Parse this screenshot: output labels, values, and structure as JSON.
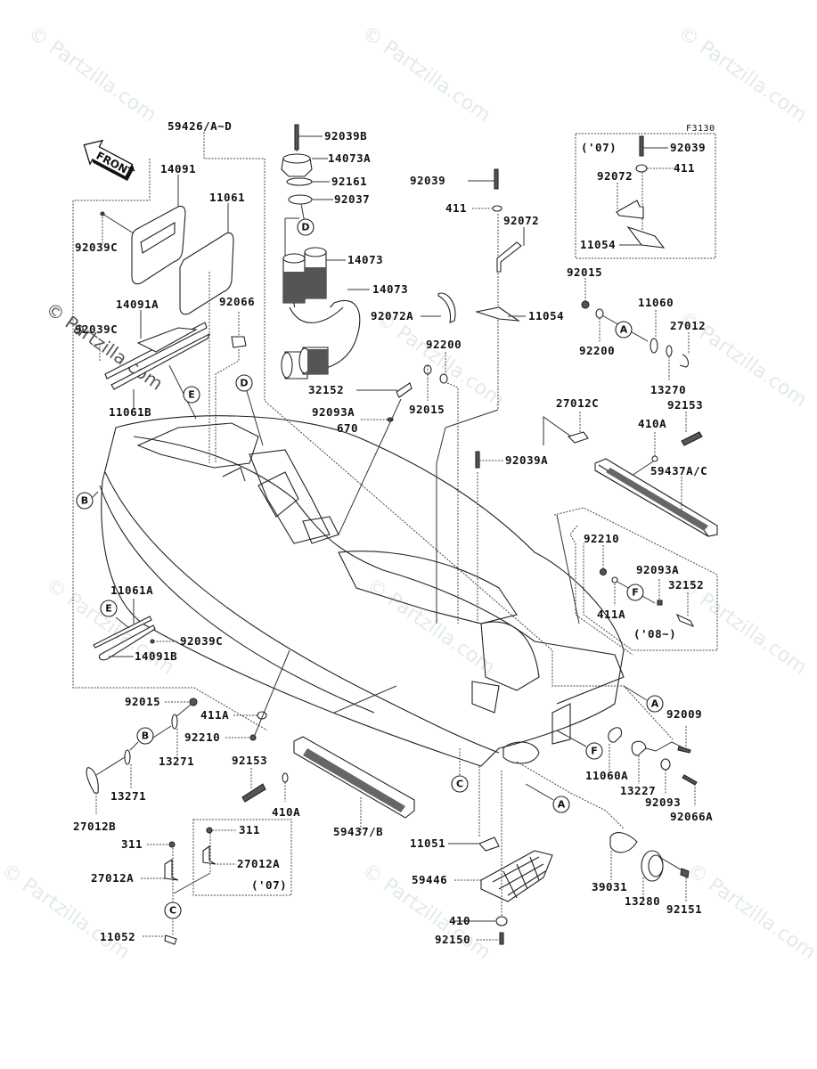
{
  "diagram": {
    "figure_code": "F3130",
    "watermark": "© Partzilla.com",
    "front_arrow": "FRONT",
    "callouts": {
      "A": "A",
      "B": "B",
      "C": "C",
      "D": "D",
      "E": "E",
      "F": "F"
    },
    "year_notes": {
      "box_07_top": "('07)",
      "box_07_bottom": "('07)",
      "box_08": "('08~)"
    },
    "parts": {
      "p59426": "59426/A~D",
      "p14091": "14091",
      "p11061": "11061",
      "p92039C_top": "92039C",
      "p14091A": "14091A",
      "p92039C_mid": "92039C",
      "p92066": "92066",
      "p11061B": "11061B",
      "p92039B": "92039B",
      "p14073A": "14073A",
      "p92161": "92161",
      "p92037": "92037",
      "p14073_a": "14073",
      "p14073_b": "14073",
      "p32152_top": "32152",
      "p92093A_top": "92093A",
      "p670": "670",
      "p92039": "92039",
      "p411": "411",
      "p92072": "92072",
      "p92072A": "92072A",
      "p11054": "11054",
      "p92200_a": "92200",
      "p92015_a": "92015",
      "p92039A": "92039A",
      "b07_92039": "92039",
      "b07_411": "411",
      "b07_92072": "92072",
      "b07_11054": "11054",
      "p92015_b": "92015",
      "p92200_b": "92200",
      "p11060": "11060",
      "p27012": "27012",
      "p13270": "13270",
      "p27012C": "27012C",
      "p92153_a": "92153",
      "p410A_a": "410A",
      "p59437AC": "59437A/C",
      "p92210_a": "92210",
      "p92093A_b": "92093A",
      "p32152_b": "32152",
      "p411A_a": "411A",
      "p11061A": "11061A",
      "p92039C_low": "92039C",
      "p14091B": "14091B",
      "p92015_c": "92015",
      "p411A_b": "411A",
      "p92210_b": "92210",
      "p13271_a": "13271",
      "p13271_b": "13271",
      "p27012B": "27012B",
      "p92153_b": "92153",
      "p410A_b": "410A",
      "p59437B": "59437/B",
      "p311_a": "311",
      "p311_b": "311",
      "p27012A_a": "27012A",
      "p27012A_b": "27012A",
      "p11052": "11052",
      "p11051": "11051",
      "p59446": "59446",
      "p410": "410",
      "p92150": "92150",
      "p92009": "92009",
      "p11060A": "11060A",
      "p13227": "13227",
      "p92093": "92093",
      "p92066A": "92066A",
      "p39031": "39031",
      "p13280": "13280",
      "p92151": "92151"
    }
  }
}
